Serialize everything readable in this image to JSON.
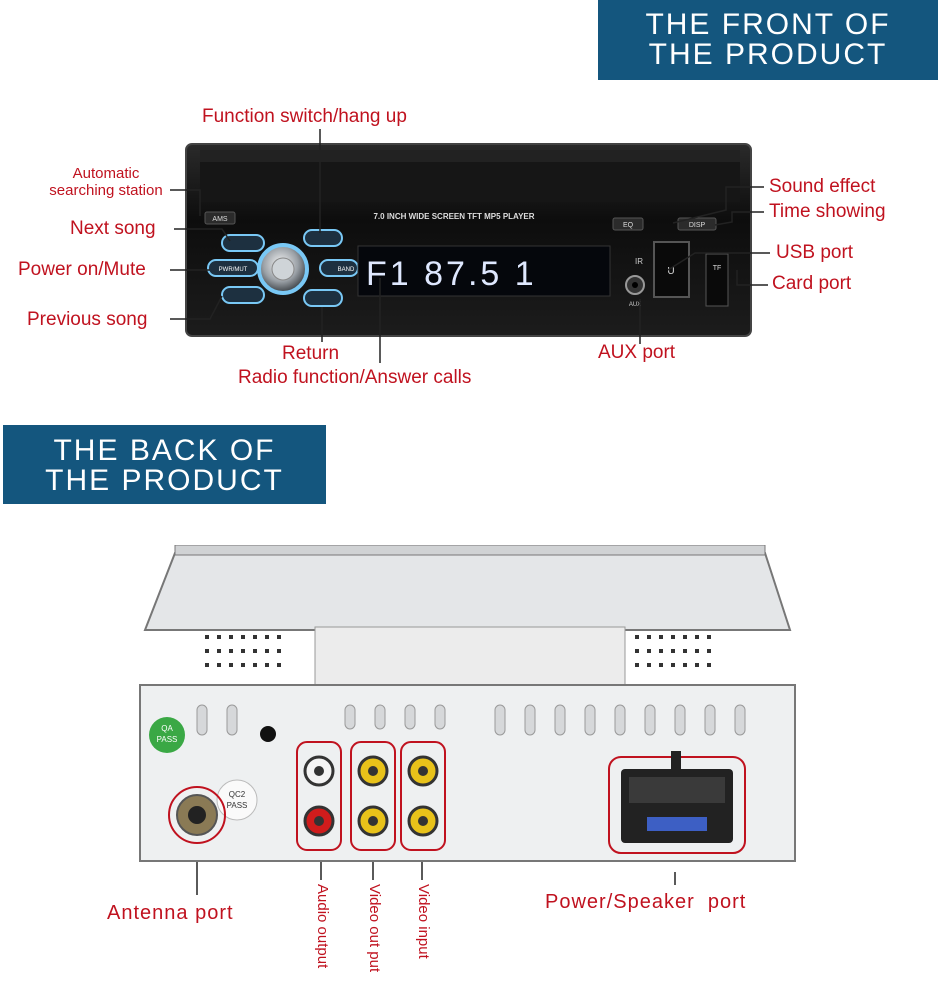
{
  "banners": {
    "front": {
      "line1": "THE FRONT OF",
      "line2": "THE PRODUCT"
    },
    "back": {
      "line1": "THE BACK OF",
      "line2": "THE PRODUCT"
    }
  },
  "front_unit": {
    "model_text": "7.0 INCH WIDE SCREEN TFT  MP5  PLAYER",
    "display": "F1  87.5  1",
    "buttons": {
      "ams": "AMS",
      "pwr_mut": "PWR/MUT",
      "band": "BAND",
      "eq": "EQ",
      "disp": "DISP",
      "usb": "U",
      "tf": "TF",
      "ir": "IR",
      "aux": "AUX"
    }
  },
  "front_labels": {
    "function_switch": "Function switch/hang up",
    "auto_search_line1": "Automatic",
    "auto_search_line2": "searching station",
    "next_song": "Next song",
    "power_mute": "Power on/Mute",
    "previous_song": "Previous song",
    "return": "Return",
    "radio_function": "Radio function/Answer calls",
    "sound_effect": "Sound effect",
    "time_showing": "Time showing",
    "usb_port": "USB port",
    "card_port": "Card port",
    "aux_port": "AUX port"
  },
  "back_unit": {
    "qa_sticker": {
      "line1": "QA",
      "line2": "PASS"
    },
    "qc_sticker": {
      "line1": "QC2",
      "line2": "PASS"
    }
  },
  "back_labels": {
    "antenna_port": "Antenna port",
    "audio_output": "Audio output",
    "video_out_put": "Video out put",
    "video_input": "Video input",
    "power_speaker_port": "Power/Speaker  port"
  },
  "colors": {
    "banner": "#14567e",
    "label_red": "#c0121f",
    "unit_black": "#111111",
    "display_blue": "#1a6fe0",
    "button_glow": "#79c8f5",
    "rca_red": "#d01c1c",
    "rca_yellow": "#e8c21a"
  }
}
